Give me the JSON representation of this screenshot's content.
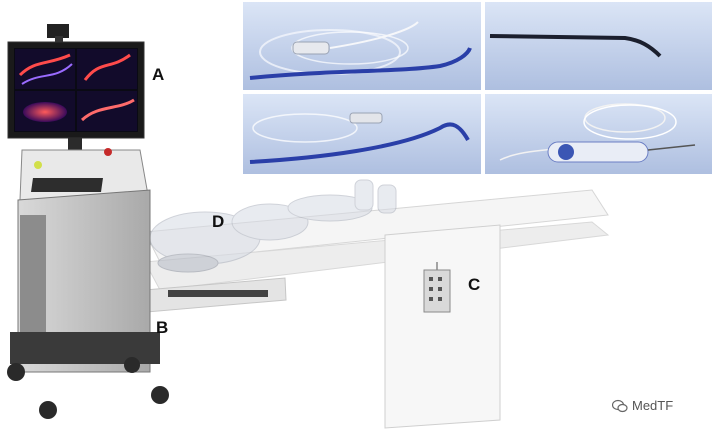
{
  "figure": {
    "labels": {
      "a": "A",
      "b": "B",
      "c": "C",
      "d": "D"
    },
    "watermark": {
      "text": "MedTF",
      "icon": "wechat-icon"
    },
    "panels": [
      {
        "name": "catheter-coil-photo"
      },
      {
        "name": "bent-wire-photo"
      },
      {
        "name": "curved-catheter-photo"
      },
      {
        "name": "centerline-sensor-photo"
      }
    ],
    "colors": {
      "photo_background": "#c8d6ee",
      "catheter_blue": "#2a3fa8",
      "cart_gray": "#bfbfbf",
      "screen_black": "#111111",
      "monitor_accent": "#d23a3a"
    }
  }
}
